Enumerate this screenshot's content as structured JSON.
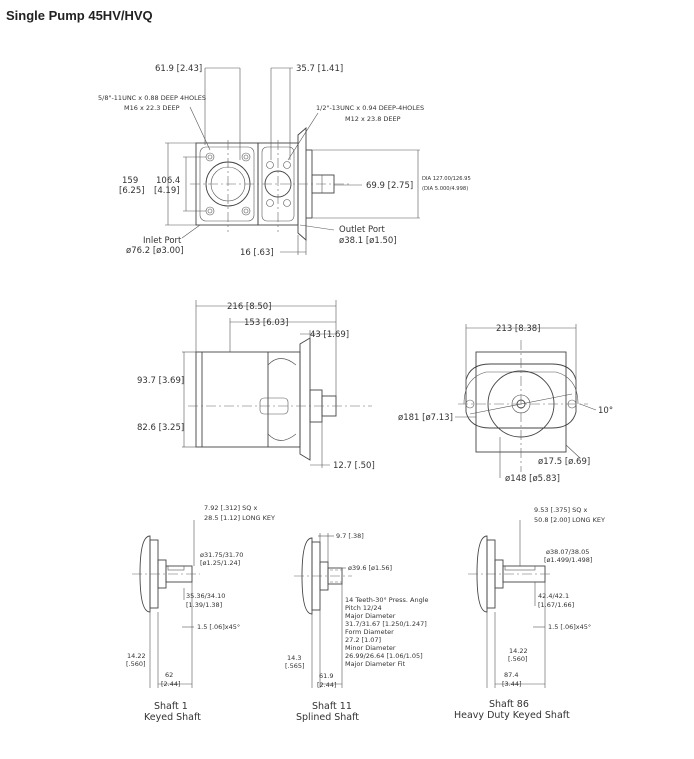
{
  "title": "Single Pump 45HV/HVQ",
  "top_view": {
    "dim_61_9": "61.9 [2.43]",
    "dim_35_7": "35.7 [1.41]",
    "inlet_thread_line1": "5/8\"-11UNC x 0.88 DEEP 4HOLES",
    "inlet_thread_line2": "M16 x 22.3 DEEP",
    "outlet_thread_line1": "1/2\"-13UNC x 0.94 DEEP-4HOLES",
    "outlet_thread_line2": "M12 x 23.8 DEEP",
    "dim_159": "159",
    "dim_159_in": "[6.25]",
    "dim_106": "106.4",
    "dim_106_in": "[4.19]",
    "dim_69_9": "69.9 [2.75]",
    "dia_pilot_line1": "DIA 127.00/126.95",
    "dia_pilot_line2": "(DIA 5.000/4.998)",
    "inlet_label": "Inlet Port",
    "inlet_dia": "ø76.2 [ø3.00]",
    "dim_16": "16 [.63]",
    "outlet_label": "Outlet Port",
    "outlet_dia": "ø38.1 [ø1.50]"
  },
  "side_view": {
    "dim_216": "216 [8.50]",
    "dim_153": "153 [6.03]",
    "dim_43": "43 [1.69]",
    "dim_93_7": "93.7 [3.69]",
    "dim_82_6": "82.6 [3.25]",
    "dim_12_7": "12.7 [.50]"
  },
  "end_view": {
    "dim_213": "213 [8.38]",
    "angle": "10°",
    "dia_181": "ø181 [ø7.13]",
    "dia_17_5": "ø17.5 [ø.69]",
    "dia_148": "ø148 [ø5.83]"
  },
  "shafts": [
    {
      "name_line1": "Shaft  1",
      "name_line2": "Keyed  Shaft",
      "key_line1": "7.92 [.312] SQ x",
      "key_line2": "28.5 [1.12] LONG KEY",
      "dia_line1": "ø31.75/31.70",
      "dia_line2": "[ø1.25/1.24]",
      "len_line1": "35.36/34.10",
      "len_line2": "[1.39/1.38]",
      "chamfer": "1.5 [.06]x45°",
      "dim_a_line1": "14.22",
      "dim_a_line2": "[.560]",
      "dim_b_line1": "62",
      "dim_b_line2": "[2.44]"
    },
    {
      "name_line1": "Shaft  11",
      "name_line2": "Splined  Shaft",
      "dim_9_7": "9.7 [.38]",
      "dia": "ø39.6 [ø1.56]",
      "spline_lines": [
        "14 Teeth-30° Press. Angle",
        "Pitch 12/24",
        "Major Diameter",
        "31.7/31.67 [1.250/1.247]",
        "Form Diameter",
        "27.2 [1.07]",
        "Minor Diameter",
        "26.99/26.64 [1.06/1.05]",
        "Major Diameter Fit"
      ],
      "dim_a_line1": "14.3",
      "dim_a_line2": "[.565]",
      "dim_b_line1": "61.9",
      "dim_b_line2": "[2.44]"
    },
    {
      "name_line1": "Shaft  86",
      "name_line2": "Heavy Duty Keyed  Shaft",
      "key_line1": "9.53 [.375] SQ x",
      "key_line2": "50.8 [2.00] LONG KEY",
      "dia_line1": "ø38.07/38.05",
      "dia_line2": "[ø1.499/1.498]",
      "len_line1": "42.4/42.1",
      "len_line2": "[1.67/1.66]",
      "chamfer": "1.5 [.06]x45°",
      "dim_a_line1": "14.22",
      "dim_a_line2": "[.560]",
      "dim_b_line1": "87.4",
      "dim_b_line2": "[3.44]"
    }
  ]
}
